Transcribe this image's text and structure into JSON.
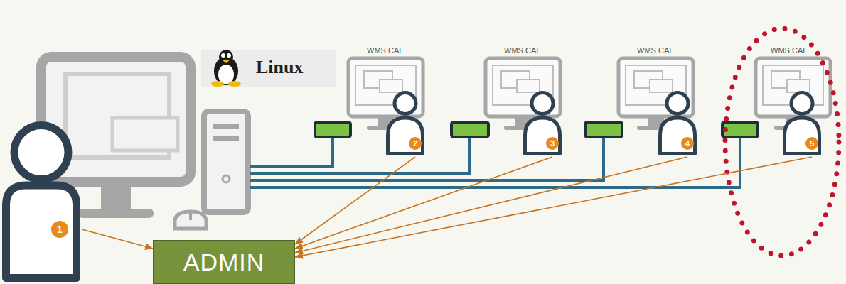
{
  "diagram": {
    "nodes": [
      {
        "text": [
          "1"
        ]
      },
      {
        "text": [
          "2"
        ]
      },
      {
        "text": [
          "3"
        ]
      },
      {
        "text": [
          "4"
        ]
      },
      {
        "text": [
          "5"
        ]
      },
      {
        "text": [
          "ADMIN"
        ]
      }
    ],
    "edges": [
      {
        "from": 0,
        "to": 5,
        "arrow": "to"
      },
      {
        "from": 1,
        "to": 5,
        "arrow": "to"
      },
      {
        "from": 2,
        "to": 5,
        "arrow": "to"
      },
      {
        "from": 3,
        "to": 5,
        "arrow": "to"
      },
      {
        "from": 4,
        "to": 5,
        "arrow": "to"
      }
    ],
    "labels": [
      "Linux",
      "WMS CAL",
      "WMS CAL",
      "WMS CAL",
      "WMS CAL"
    ]
  }
}
